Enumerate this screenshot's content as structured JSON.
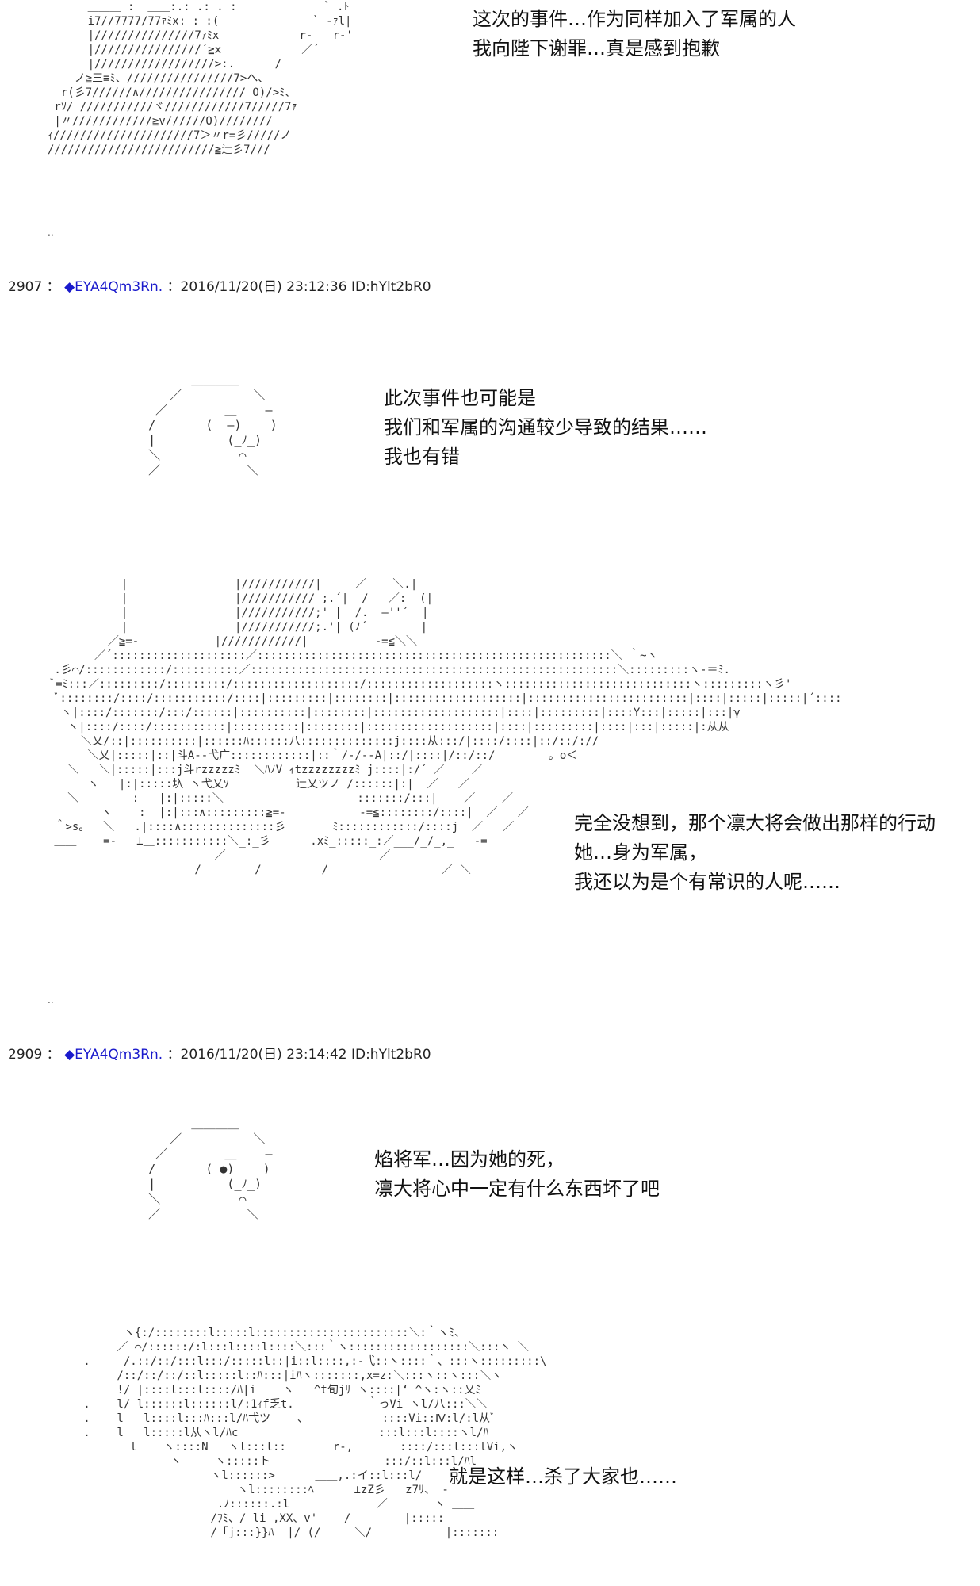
{
  "posts": [
    {
      "id": "top",
      "lines": [
        "这次的事件…作为同样加入了军属的人",
        "我向陛下谢罪…真是感到抱歉"
      ]
    },
    {
      "id": "2907",
      "header": {
        "number": "2907",
        "sep": "：",
        "trip": "◆EYA4Qm3Rn.",
        "rest": "：2016/11/20(日) 23:12:36 ID:hYlt2bR0"
      },
      "lines": [
        "此次事件也可能是",
        "我们和军属的沟通较少导致的结果……",
        "我也有错"
      ]
    },
    {
      "id": "2907b",
      "lines": [
        "完全没想到，那个凛大将会做出那样的行动",
        "她…身为军属，",
        "我还以为是个有常识的人呢……"
      ]
    },
    {
      "id": "2909",
      "header": {
        "number": "2909",
        "sep": "：",
        "trip": "◆EYA4Qm3Rn.",
        "rest": "：2016/11/20(日) 23:14:42 ID:hYlt2bR0"
      },
      "lines": [
        "焰将军…因为她的死，",
        "凛大将心中一定有什么东西坏了吧"
      ]
    },
    {
      "id": "2909b",
      "lines": [
        "就是这样…杀了大家也……"
      ]
    }
  ],
  "separator": "..",
  "colors": {
    "trip": "#1a1acc",
    "text": "#111111"
  }
}
